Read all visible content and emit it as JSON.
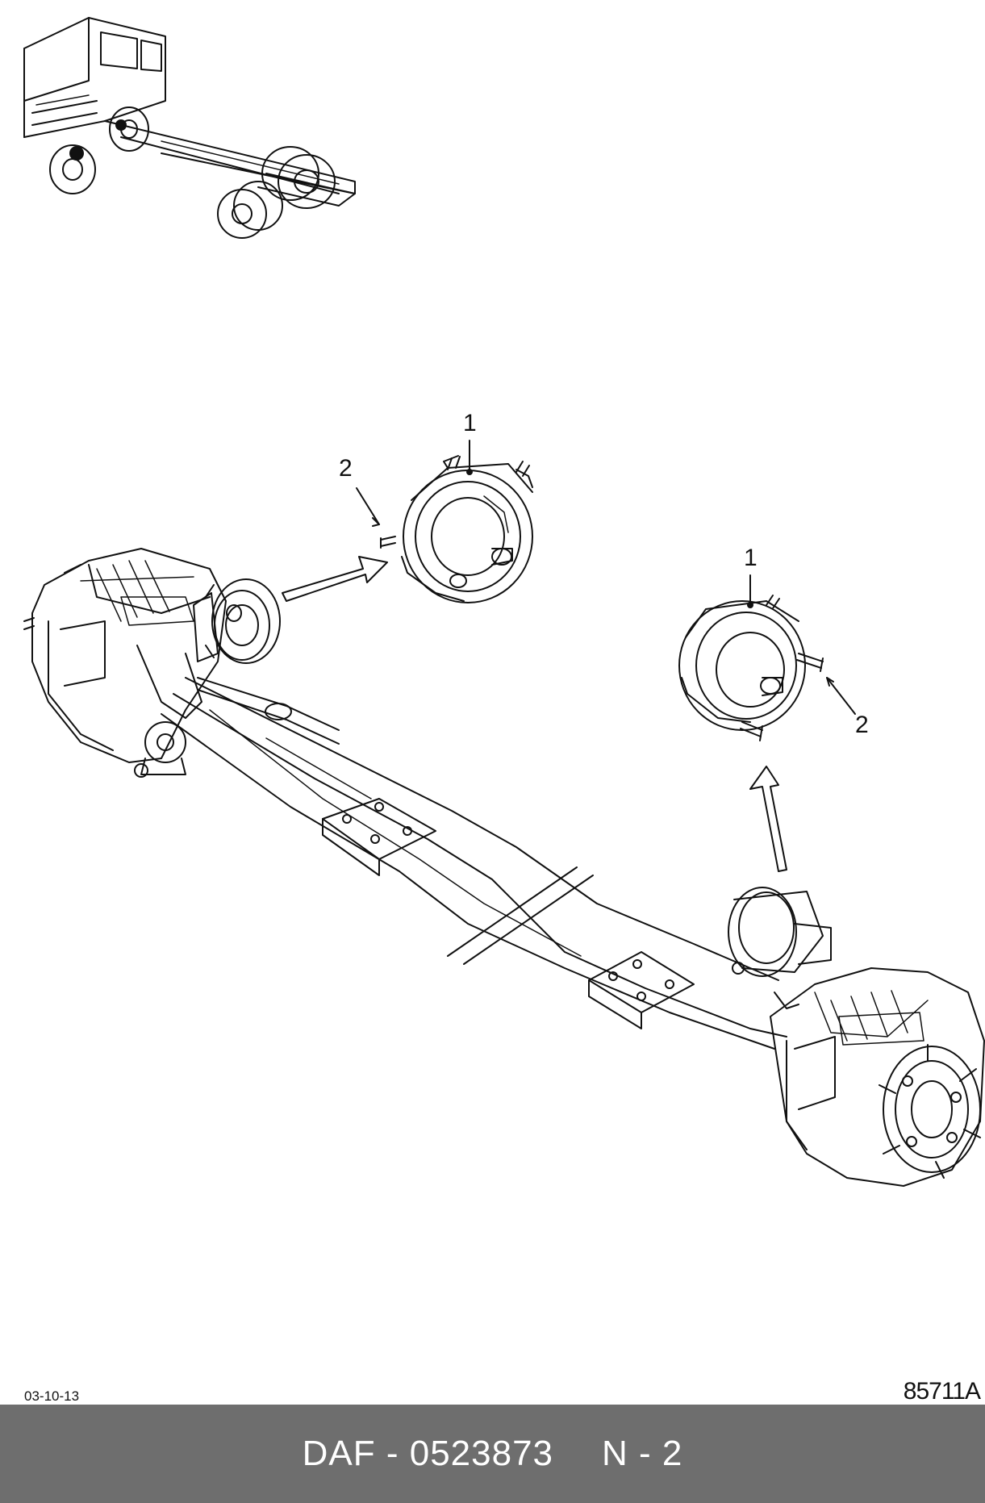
{
  "callouts": {
    "left_part_number": "1",
    "left_stud_number": "2",
    "right_part_number": "1",
    "right_stud_number": "2"
  },
  "date_code": "03-10-13",
  "figure_number": "85711A",
  "footer": {
    "brand": "DAF",
    "separator": " - ",
    "part_number": "0523873",
    "position_code": "N - 2"
  },
  "colors": {
    "line": "#111111",
    "footer_bg": "#6e6e6e",
    "footer_text": "#ffffff",
    "background": "#ffffff"
  }
}
